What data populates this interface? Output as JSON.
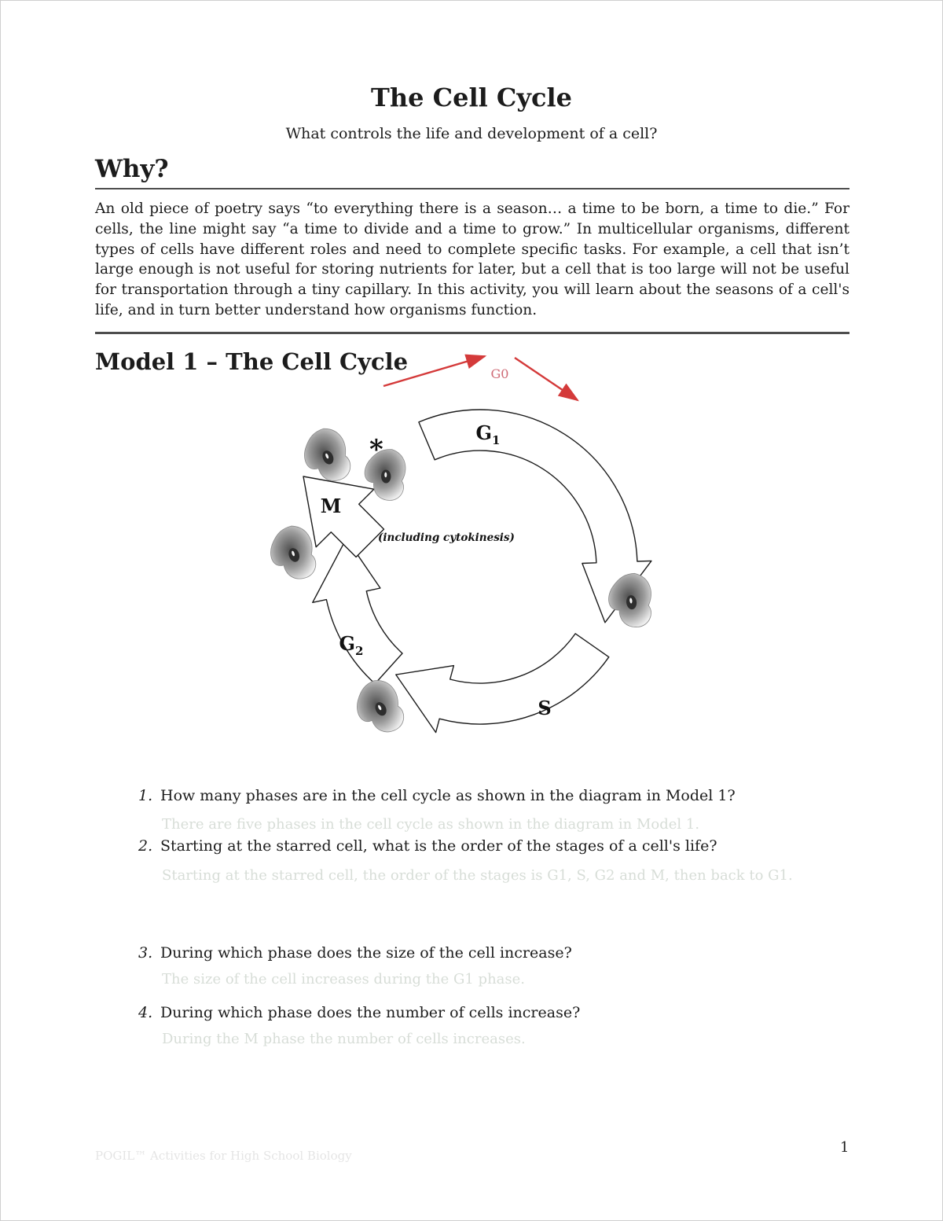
{
  "page": {
    "title": "The Cell Cycle",
    "subtitle": "What controls the life and development of a cell?",
    "page_number": "1",
    "footer_faint": "POGIL™ Activities for High School Biology"
  },
  "why": {
    "heading": "Why?",
    "paragraph": "An old piece of poetry says “to everything there is a season… a time to be born, a time to die.” For cells, the line might say “a time to divide and a time to grow.” In multicellular organisms, different types of cells have different roles and need to complete specific tasks. For example, a cell that isn’t large enough is not useful for storing nutrients for later, but a cell that is too large will not be useful for transportation through a tiny capillary. In this activity, you will learn about the seasons of a cell's life, and in turn better understand how organisms function."
  },
  "model1": {
    "heading": "Model 1 – The Cell Cycle",
    "diagram": {
      "labels": {
        "g0": "G0",
        "g1_main": "G",
        "g1_sub": "1",
        "g2_main": "G",
        "g2_sub": "2",
        "s": "S",
        "m": "M",
        "m_note": "(including cytokinesis)",
        "star": "*"
      },
      "colors": {
        "red_arrow": "#d43a3a",
        "g0_label": "#cf6b76"
      },
      "phases_shown": [
        "G0",
        "G1",
        "S",
        "G2",
        "M (including cytokinesis)"
      ]
    }
  },
  "questions": [
    {
      "number": "1.",
      "text": "How many phases are in the cell cycle as shown in the diagram in Model 1?",
      "faint_answer": "There are five phases in the cell cycle as shown in the diagram in Model 1."
    },
    {
      "number": "2.",
      "text": "Starting at the starred cell, what is the order of the stages of a cell's life?",
      "faint_answer": "Starting at the starred cell, the order of the stages is G1, S, G2 and M, then back to G1."
    },
    {
      "number": "3.",
      "text": "During which phase does the size of the cell increase?",
      "faint_answer": "The size of the cell increases during the G1 phase."
    },
    {
      "number": "4.",
      "text": "During which phase does the number of cells increase?",
      "faint_answer": "During the M phase the number of cells increases."
    }
  ]
}
